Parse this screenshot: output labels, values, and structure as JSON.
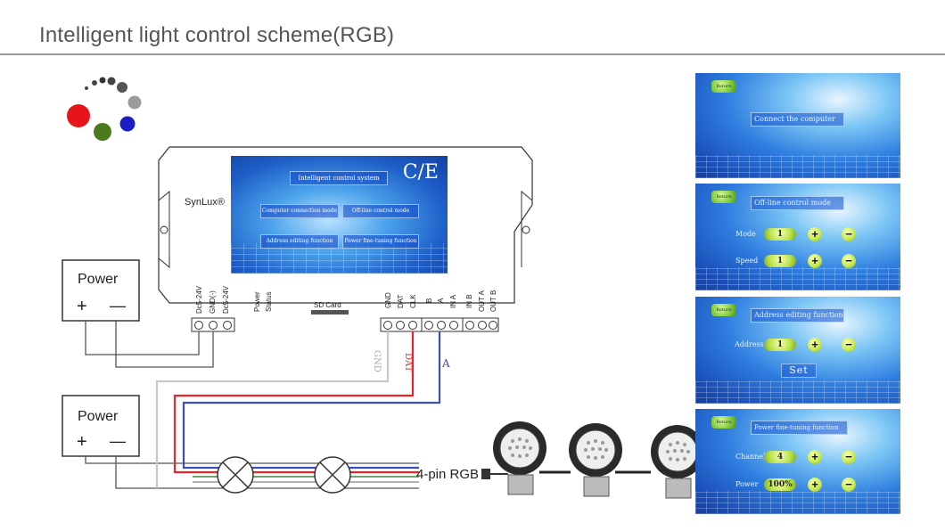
{
  "title": "Intelligent light control scheme(RGB)",
  "controller": {
    "brand": "SynLux®",
    "sd_card": "SD Card",
    "terminals_left": [
      "Dc5-24V",
      "GND(-)",
      "Dc5-24V"
    ],
    "indicators": [
      "Power",
      "Status"
    ],
    "terminals_right": [
      "GND",
      "DAT",
      "CLK",
      "B",
      "A",
      "IN A",
      "IN B",
      "OUT A",
      "OUT B"
    ],
    "screen": {
      "title": "Intelligent control system",
      "logo": "C/E",
      "btn_computer": "Computer connection mode",
      "btn_offline": "Off-line control mode",
      "btn_address": "Address editing function",
      "btn_power": "Power fine-tuning function"
    }
  },
  "power1": {
    "label": "Power",
    "plus": "+",
    "minus": "—"
  },
  "power2": {
    "label": "Power",
    "plus": "+",
    "minus": "—"
  },
  "wires": {
    "gnd": "GND",
    "dat": "DAT",
    "a": "A"
  },
  "rgb_label": "4-pin RGB",
  "colors": {
    "red": "#e8262c",
    "blue": "#3a4fc0",
    "grey": "#c8c8c8",
    "dark": "#555555",
    "green": "#3a8a3a"
  },
  "panels": {
    "connect": {
      "return": "Return",
      "bar": "Connect the computer"
    },
    "offline": {
      "return": "Return",
      "bar": "Off-line control mode",
      "mode_label": "Mode",
      "mode_value": "1",
      "speed_label": "Speed",
      "speed_value": "1"
    },
    "address": {
      "return": "Return",
      "bar": "Address editing function",
      "address_label": "Address",
      "address_value": "1",
      "set": "Set"
    },
    "power": {
      "return": "Return",
      "bar": "Power fine-tuning function",
      "channel_label": "Channel",
      "channel_value": "4",
      "power_label": "Power",
      "power_value": "100%"
    },
    "plus": "+",
    "minus": "−"
  }
}
